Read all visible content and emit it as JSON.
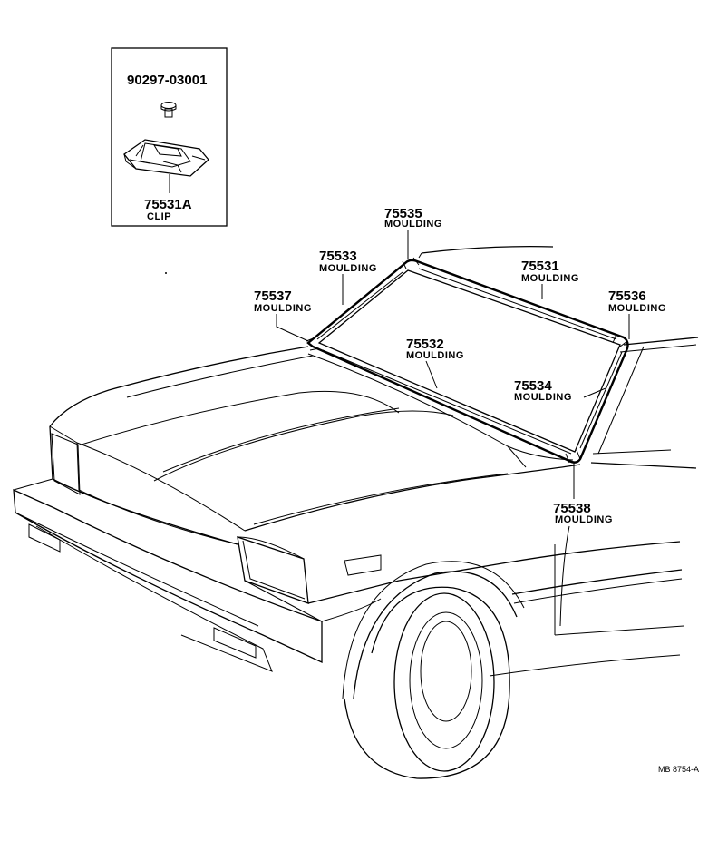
{
  "inset": {
    "bolt_part_no": "90297-03001",
    "clip_part_no": "75531A",
    "clip_name": "CLIP"
  },
  "callouts": [
    {
      "id": "75535",
      "part_no": "75535",
      "name": "MOULDING"
    },
    {
      "id": "75533",
      "part_no": "75533",
      "name": "MOULDING"
    },
    {
      "id": "75531",
      "part_no": "75531",
      "name": "MOULDING"
    },
    {
      "id": "75537",
      "part_no": "75537",
      "name": "MOULDING"
    },
    {
      "id": "75536",
      "part_no": "75536",
      "name": "MOULDING"
    },
    {
      "id": "75532",
      "part_no": "75532",
      "name": "MOULDING"
    },
    {
      "id": "75534",
      "part_no": "75534",
      "name": "MOULDING"
    },
    {
      "id": "75538",
      "part_no": "75538",
      "name": "MOULDING"
    }
  ],
  "diagram_code": "MB 8754-A"
}
